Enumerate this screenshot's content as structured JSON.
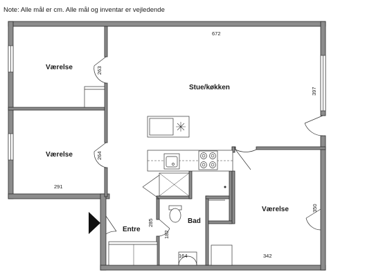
{
  "note": "Note: Alle mål er cm. Alle mål og inventar er vejledende",
  "rooms": {
    "room_top_left": "Værelse",
    "room_mid_left": "Værelse",
    "living_kitchen": "Stue/køkken",
    "bathroom": "Bad",
    "entrance": "Entre",
    "room_bottom_right": "Værelse"
  },
  "dimensions": {
    "living_width": "672",
    "living_depth": "397",
    "room_top_left_depth": "263",
    "room_mid_left_depth": "264",
    "room_mid_left_width": "291",
    "entrance_depth": "285",
    "bath_width": "182",
    "bath_small": "164",
    "room_bottom_right_depth": "350",
    "room_bottom_right_width": "342"
  },
  "colors": {
    "wall_fill": "#8c8c8c",
    "wall_outline": "#2a2a2a",
    "line": "#333333",
    "entrance_arrow": "#111111"
  }
}
